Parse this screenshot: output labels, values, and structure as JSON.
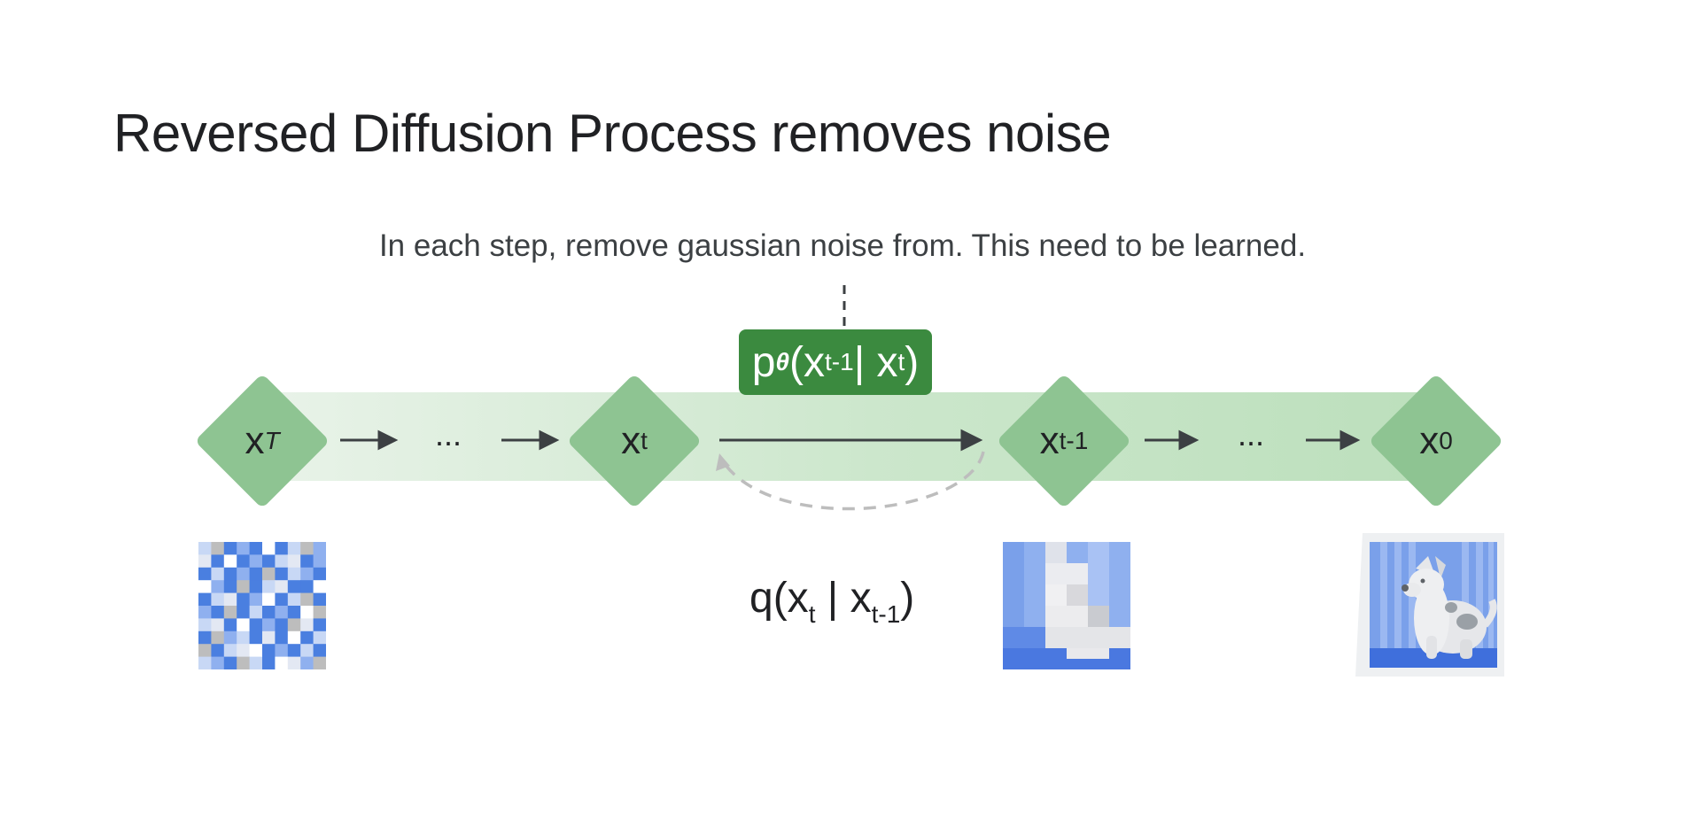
{
  "title": "Reversed Diffusion Process removes noise",
  "subtitle": "In each step, remove gaussian noise from. This need to be learned.",
  "nodes": [
    {
      "base": "x",
      "sub": "T"
    },
    {
      "base": "x",
      "sub": "t"
    },
    {
      "base": "x",
      "sub": "t-1"
    },
    {
      "base": "x",
      "sub": "0"
    }
  ],
  "ellipsis": "...",
  "reverse_box": {
    "p": "p",
    "theta": "θ",
    "open": "(x",
    "sub1": "t-1",
    "mid": " | x",
    "sub2": "t",
    "close": ")"
  },
  "forward_label": {
    "q": "q(x",
    "sub1": "t",
    "mid": " | x",
    "sub2": "t-1",
    "close": ")"
  },
  "colors": {
    "node_fill": "#8ec492",
    "band": "#b9dcb9",
    "box_fill": "#3b8a3f",
    "noise_blue": "#4a7fe0",
    "noise_light": "#c8d8f5",
    "noise_gray": "#bdbdbd"
  },
  "images": [
    "noise-image",
    "partially-denoised-image",
    "clean-dog-image"
  ]
}
